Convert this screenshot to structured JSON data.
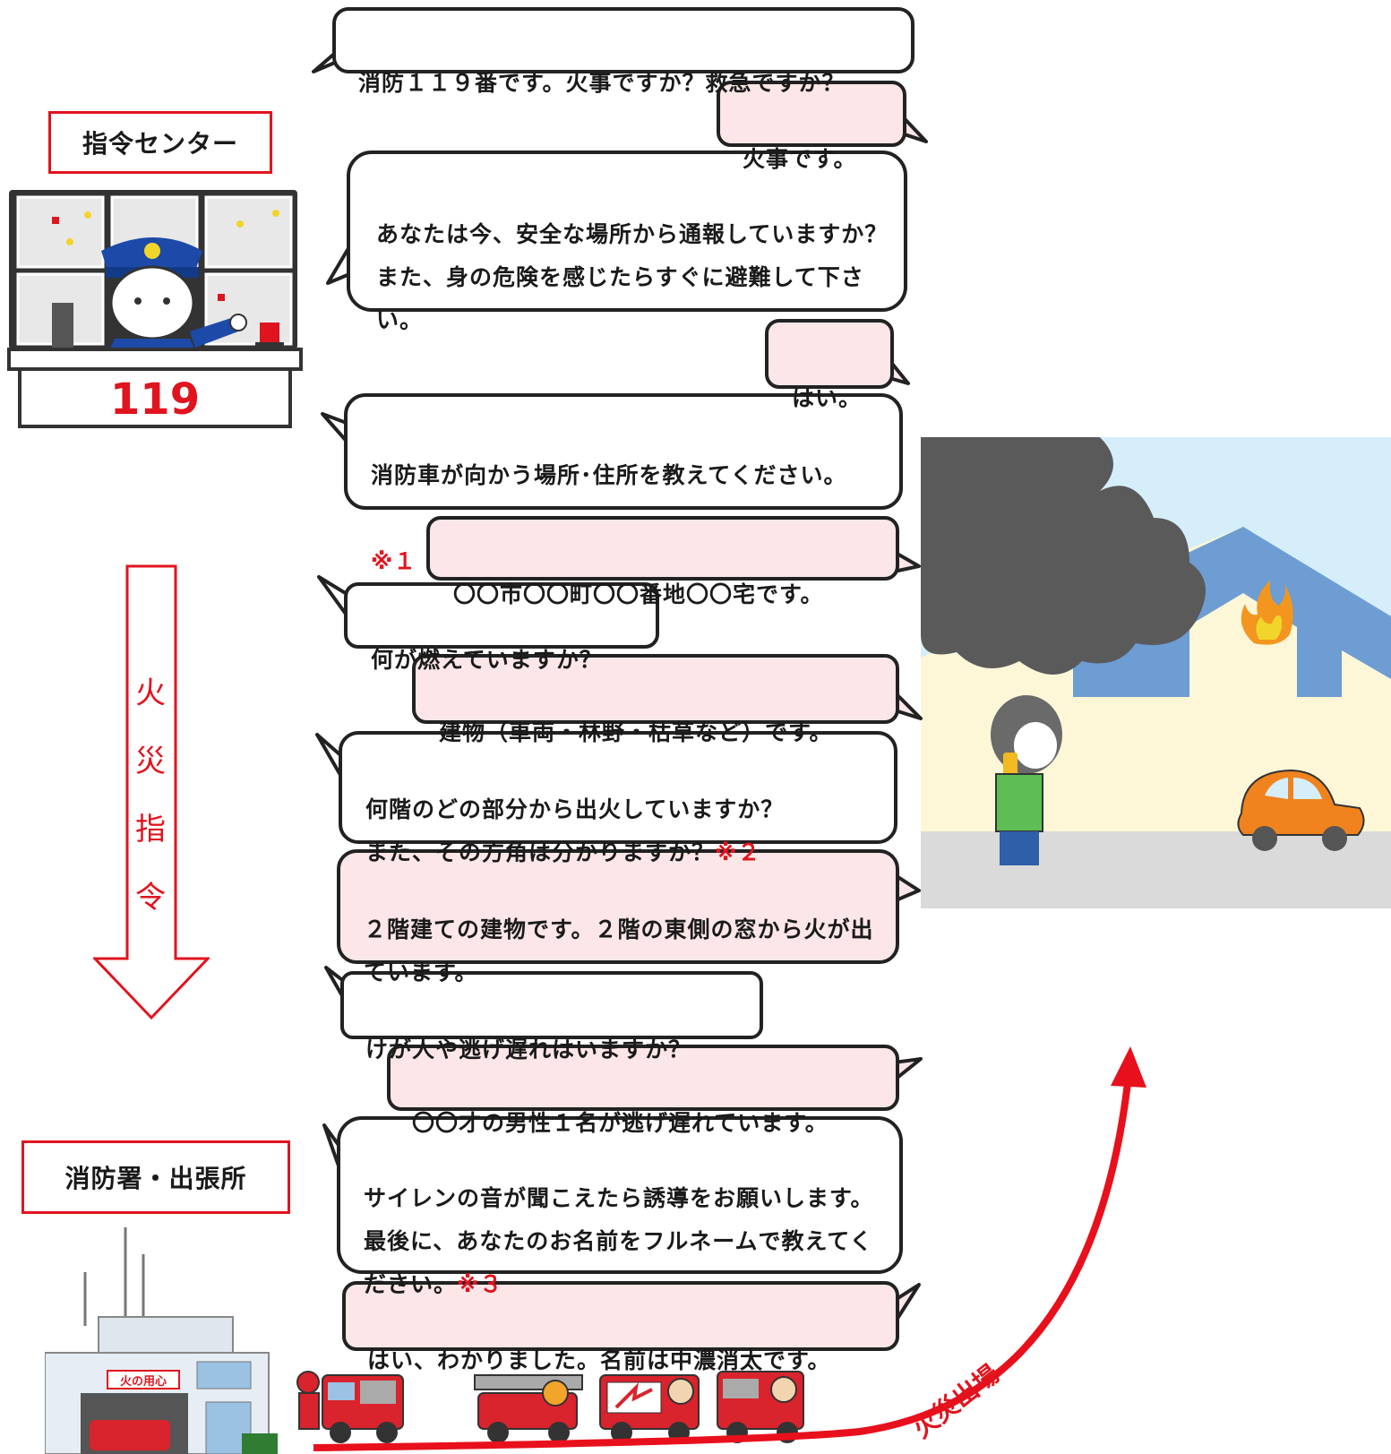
{
  "labels": {
    "command_center": "指令センター",
    "fire_station": "消防署・出張所",
    "fire_command_vertical": [
      "火",
      "災",
      "指",
      "令"
    ],
    "dispatch": "火災出場",
    "console_number": "119",
    "station_sign": "火の用心"
  },
  "dialogue": [
    {
      "speaker": "dispatcher",
      "text": "消防１１９番です。火事ですか？救急ですか？",
      "note": ""
    },
    {
      "speaker": "caller",
      "text": "火事です。",
      "note": ""
    },
    {
      "speaker": "dispatcher",
      "text": "あなたは今、安全な場所から通報していますか？また、身の危険を感じたらすぐに避難して下さい。",
      "note": ""
    },
    {
      "speaker": "caller",
      "text": "はい。",
      "note": ""
    },
    {
      "speaker": "dispatcher",
      "text": "消防車が向かう場所･住所を教えてください。",
      "note": "※１"
    },
    {
      "speaker": "caller",
      "text": "〇〇市〇〇町〇〇番地〇〇宅です。",
      "note": ""
    },
    {
      "speaker": "dispatcher",
      "text": "何が燃えていますか？",
      "note": ""
    },
    {
      "speaker": "caller",
      "text": "建物（車両・林野・枯草など）です。",
      "note": ""
    },
    {
      "speaker": "dispatcher",
      "text": "何階のどの部分から出火していますか？\nまた、その方角は分かりますか？",
      "note": "※２"
    },
    {
      "speaker": "caller",
      "text": "２階建ての建物です。２階の東側の窓から火が出ています。",
      "note": ""
    },
    {
      "speaker": "dispatcher",
      "text": "けが人や逃げ遅れはいますか？",
      "note": ""
    },
    {
      "speaker": "caller",
      "text": "〇〇才の男性１名が逃げ遅れています。",
      "note": ""
    },
    {
      "speaker": "dispatcher",
      "text": "サイレンの音が聞こえたら誘導をお願いします。最後に、あなたのお名前をフルネームで教えてください。",
      "note": "※３"
    },
    {
      "speaker": "caller",
      "text": "はい、わかりました。名前は中濃消太です。",
      "note": ""
    }
  ],
  "colors": {
    "accent_red": "#e0141e",
    "dispatcher_bubble": "#ffffff",
    "caller_bubble": "#fde6e8",
    "sky": "#d6eefa",
    "smoke": "#5a5a5a",
    "house_wall": "#fdf7d8"
  }
}
